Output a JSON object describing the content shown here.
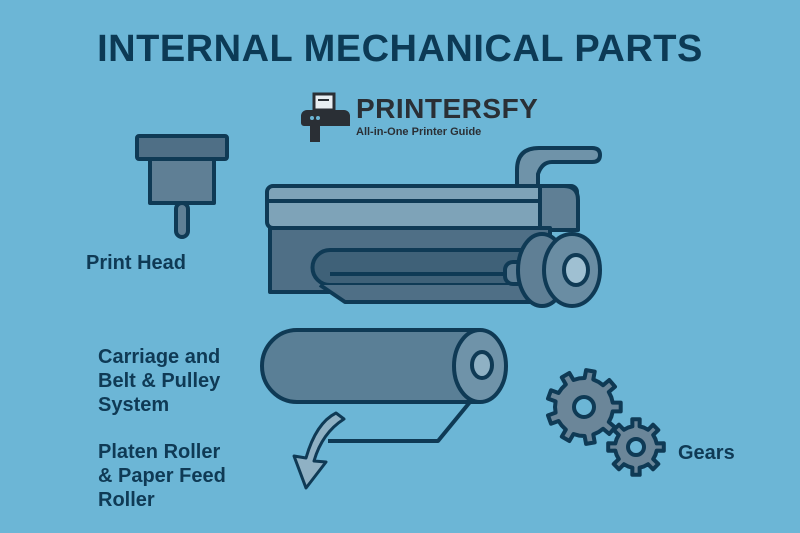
{
  "title": "INTERNAL MECHANICAL PARTS",
  "brand": {
    "name": "PRINTERSFY",
    "tagline": "All-in-One Printer Guide",
    "icon": "printer-logo-icon"
  },
  "labels": {
    "print_head": "Print Head",
    "carriage": [
      "Carriage and",
      "Belt & Pulley",
      "System"
    ],
    "platen": [
      "Platen Roller",
      "& Paper Feed",
      "Roller"
    ],
    "gears": "Gears"
  },
  "icons": [
    "print-head-icon",
    "carriage-assembly-icon",
    "roller-icon",
    "paper-feed-arrow-icon",
    "gears-icon"
  ],
  "colors": {
    "background": "#6cb6d6",
    "outline": "#0f3a55",
    "part_fill": "#5a7f96",
    "part_light": "#7ea3b8",
    "text": "#0f3a55"
  }
}
